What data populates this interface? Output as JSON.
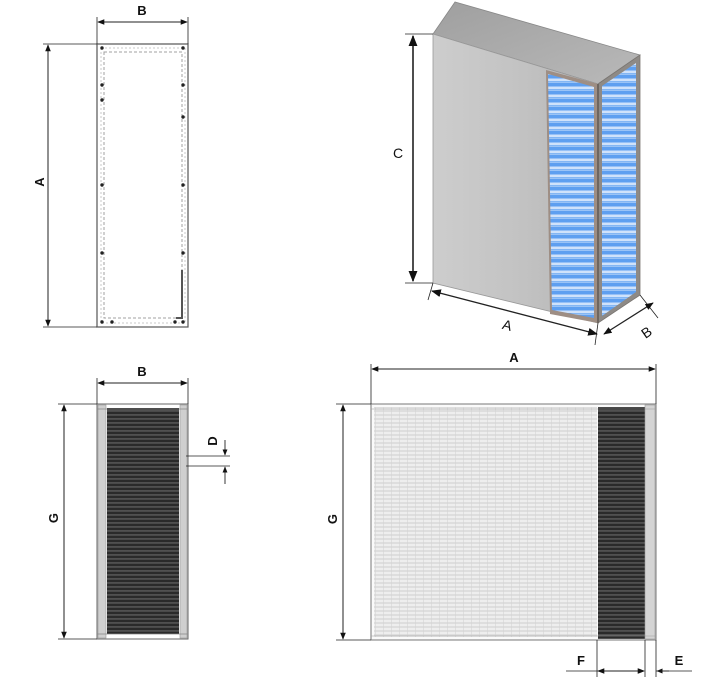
{
  "front_view": {
    "label_width": "B",
    "label_height": "A"
  },
  "iso_view": {
    "label_height": "C",
    "label_width": "A",
    "label_depth": "B"
  },
  "side_view": {
    "label_width": "B",
    "label_height": "G",
    "label_fin": "D"
  },
  "top_view": {
    "label_width": "A",
    "label_height": "G",
    "label_f": "F",
    "label_e": "E"
  },
  "colors": {
    "fin_blue": "#6aaaf0",
    "body_grey": "#c8c8c8",
    "core_dark": "#2e2e2e"
  }
}
